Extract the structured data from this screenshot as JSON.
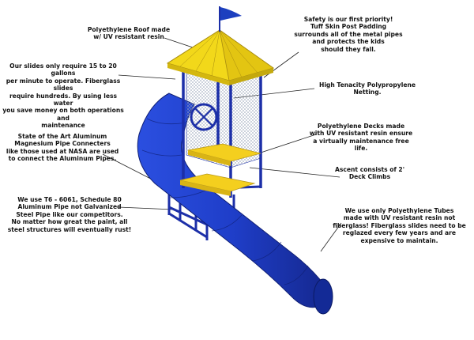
{
  "colors": {
    "tube": "#1f3ec9",
    "roof": "#f2d81a",
    "deck": "#f4cf1e",
    "frame": "#1c2fa8",
    "flag": "#1c3fbf",
    "netting": "#9aa6b8"
  },
  "callouts": {
    "roof": "Polyethylene Roof made\nw/ UV resistant resin",
    "water": "Our slides only require 15 to 20 gallons\nper minute to operate. Fiberglass slides\nrequire hundreds. By using less water\nyou save money on both operations and\nmaintenance",
    "connectors": "State of the Art Aluminum\nMagnesium Pipe Connecters\nlike those used at NASA are used\nto connect the Aluminum Pipes.",
    "pipe": "We use T6 - 6061, Schedule 80\nAluminum Pipe not Galvanized\nSteel Pipe like our competitors.\nNo matter how great the paint, all\nsteel structures will eventually rust!",
    "safety": "Safety is our first priority!\nTuff Skin Post Padding\nsurrounds all of the metal pipes\nand protects the kids\nshould they fall.",
    "netting": "High Tenacity Polypropylene\nNetting.",
    "decks": "Polyethylene Decks made\nwith UV resistant resin ensure\na virtually maintenance free\nlife.",
    "ascent": "Ascent consists of 2'\nDeck Climbs",
    "tubes": "We use only Polyethylene Tubes\nmade with UV resistant resin not\nfiberglass! Fiberglass slides need to be\nreglazed every few years and are\nexpensive to maintain."
  }
}
